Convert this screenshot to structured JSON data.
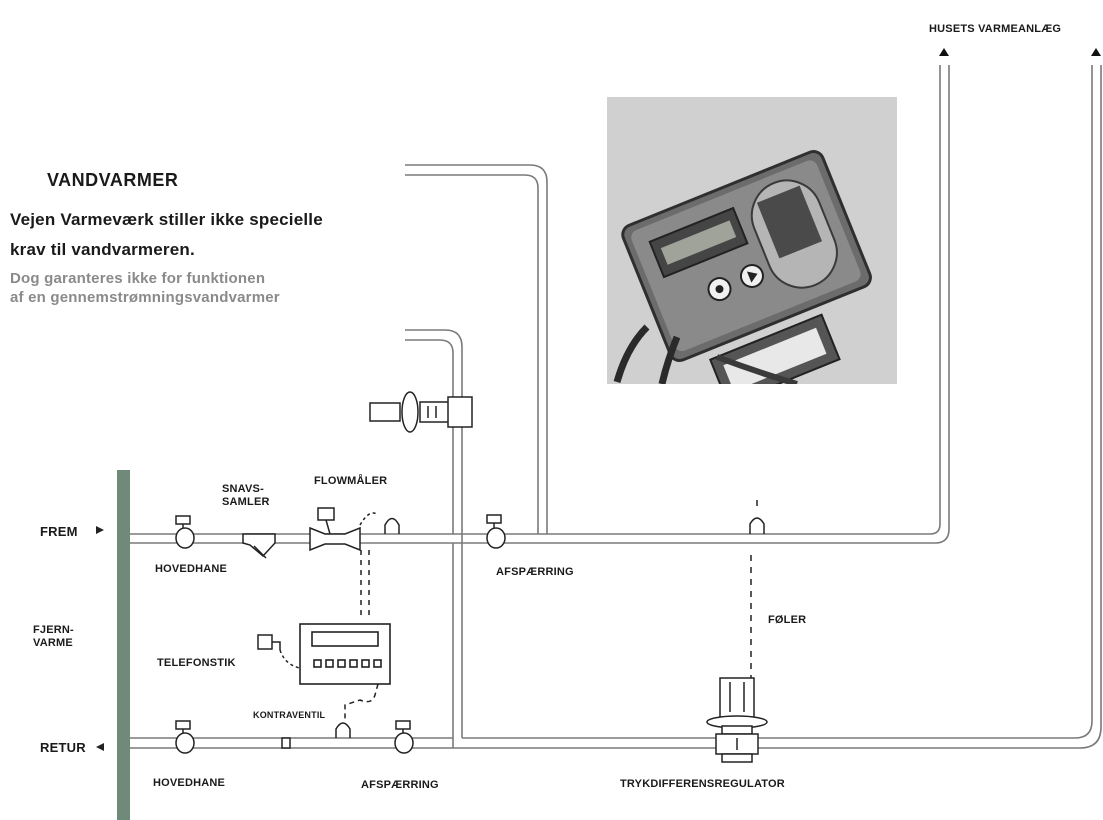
{
  "header": {
    "label": "HUSETS VARMEANLÆG"
  },
  "intro": {
    "heading": "VANDVARMER",
    "line1": "Vejen Varmeværk stiller ikke specielle",
    "line2": "krav til vandvarmeren.",
    "line3": "Dog garanteres ikke for funktionen",
    "line4": "af en gennemstrømningsvandvarmer"
  },
  "labels": {
    "frem": "FREM",
    "retur": "RETUR",
    "fjern1": "FJERN-",
    "fjern2": "VARME",
    "snavs1": "SNAVS-",
    "snavs2": "SAMLER",
    "flowmaaler": "FLOWMÅLER",
    "hovedhane_top": "HOVEDHANE",
    "afspaerring_top": "AFSPÆRRING",
    "foeler": "FØLER",
    "telefonstik": "TELEFONSTIK",
    "kontraventil": "KONTRAVENTIL",
    "hovedhane_bottom": "HOVEDHANE",
    "afspaerring_bottom": "AFSPÆRRING",
    "trykdifferens": "TRYKDIFFERENSREGULATOR"
  },
  "colors": {
    "pipe": "#7a7a7a",
    "fjernvarme_bar": "#6f8a78",
    "text": "#1a1a1a",
    "gray_text": "#8a8a8a",
    "photo_bg": "#d6d6d6"
  }
}
